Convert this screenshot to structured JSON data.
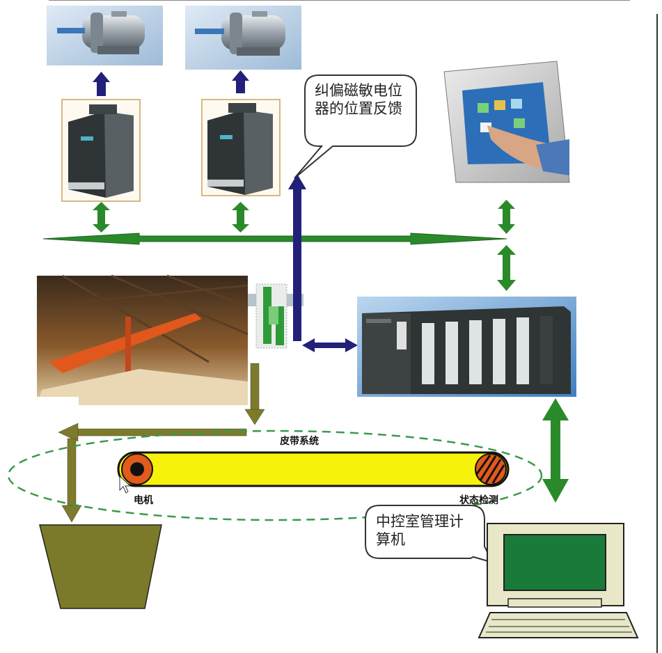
{
  "labels": {
    "feedback_callout": "纠偏磁敏电位器的位置反馈",
    "belt_system": "皮带系统",
    "motor": "电机",
    "status_detect": "状态检测",
    "control_room_callout": "中控室管理计算机"
  },
  "colors": {
    "green_bus": "#2a8a2a",
    "navy_arrow": "#23207a",
    "olive_arrow": "#7d7a2a",
    "belt_yellow": "#f6f20a",
    "hopper": "#7a7a2a",
    "dashed_ellipse": "#3a9a4a",
    "monitor_screen": "#1a7a3a"
  },
  "icons": [
    "electric-motor-icon",
    "inverter-drive-icon",
    "touch-panel-hmi-icon",
    "plc-rack-icon",
    "position-sensor-icon",
    "warehouse-crane-photo",
    "hopper-icon",
    "computer-icon"
  ]
}
